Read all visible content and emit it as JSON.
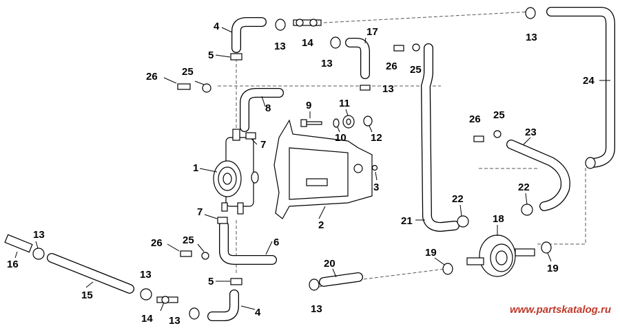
{
  "callouts": {
    "c1": "1",
    "c2": "2",
    "c3": "3",
    "c4a": "4",
    "c4b": "4",
    "c5a": "5",
    "c5b": "5",
    "c6": "6",
    "c7a": "7",
    "c7b": "7",
    "c8": "8",
    "c9": "9",
    "c10": "10",
    "c11": "11",
    "c12": "12",
    "c13a": "13",
    "c13b": "13",
    "c13c": "13",
    "c13d": "13",
    "c13e": "13",
    "c13f": "13",
    "c13g": "13",
    "c13h": "13",
    "c14a": "14",
    "c14b": "14",
    "c15": "15",
    "c16": "16",
    "c17": "17",
    "c18": "18",
    "c19a": "19",
    "c19b": "19",
    "c20": "20",
    "c21": "21",
    "c22a": "22",
    "c22b": "22",
    "c23": "23",
    "c24": "24",
    "c25a": "25",
    "c25b": "25",
    "c25c": "25",
    "c26a": "26",
    "c26b": "26",
    "c26c": "26"
  },
  "watermark": "www.partskatalog.ru"
}
